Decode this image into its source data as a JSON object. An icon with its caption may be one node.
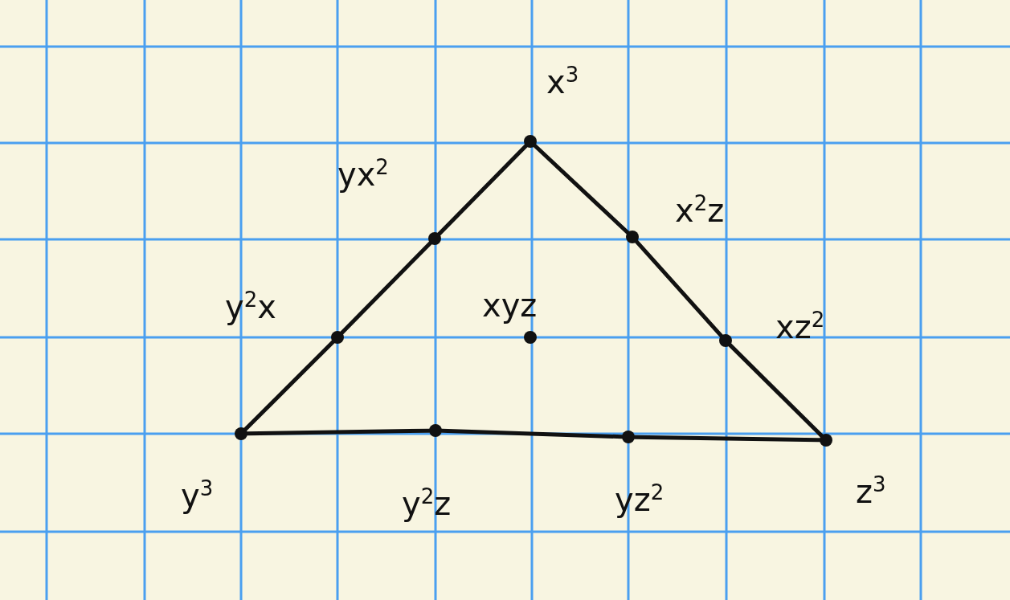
{
  "diagram": {
    "nodes": [
      {
        "text": [],
        "shape": "circle",
        "beside": [
          "x$^{3}$"
        ]
      },
      {
        "text": [],
        "shape": "circle",
        "beside": [
          "yx$^{2}$"
        ]
      },
      {
        "text": [],
        "shape": "circle",
        "beside": [
          "x$^{2}$z"
        ]
      },
      {
        "text": [],
        "shape": "circle",
        "beside": [
          "y$^{2}$x"
        ]
      },
      {
        "text": [],
        "shape": "circle",
        "beside": [
          "xyz"
        ]
      },
      {
        "text": [],
        "shape": "circle",
        "beside": [
          "xz$^{2}$"
        ]
      },
      {
        "text": [],
        "shape": "circle",
        "beside": [
          "y$^{3}$"
        ]
      },
      {
        "text": [],
        "shape": "circle",
        "beside": [
          "y$^{2}$z"
        ]
      },
      {
        "text": [],
        "shape": "circle",
        "beside": [
          "yz$^{2}$"
        ]
      },
      {
        "text": [],
        "shape": "circle",
        "beside": [
          "z$^{3}$"
        ]
      }
    ],
    "edges": [
      {
        "from": 0,
        "to": 1,
        "arrow": "none"
      },
      {
        "from": 1,
        "to": 3,
        "arrow": "none"
      },
      {
        "from": 3,
        "to": 6,
        "arrow": "none"
      },
      {
        "from": 0,
        "to": 2,
        "arrow": "none"
      },
      {
        "from": 2,
        "to": 5,
        "arrow": "none"
      },
      {
        "from": 5,
        "to": 9,
        "arrow": "none"
      },
      {
        "from": 6,
        "to": 7,
        "arrow": "none"
      },
      {
        "from": 7,
        "to": 8,
        "arrow": "none"
      },
      {
        "from": 8,
        "to": 9,
        "arrow": "none"
      }
    ]
  }
}
